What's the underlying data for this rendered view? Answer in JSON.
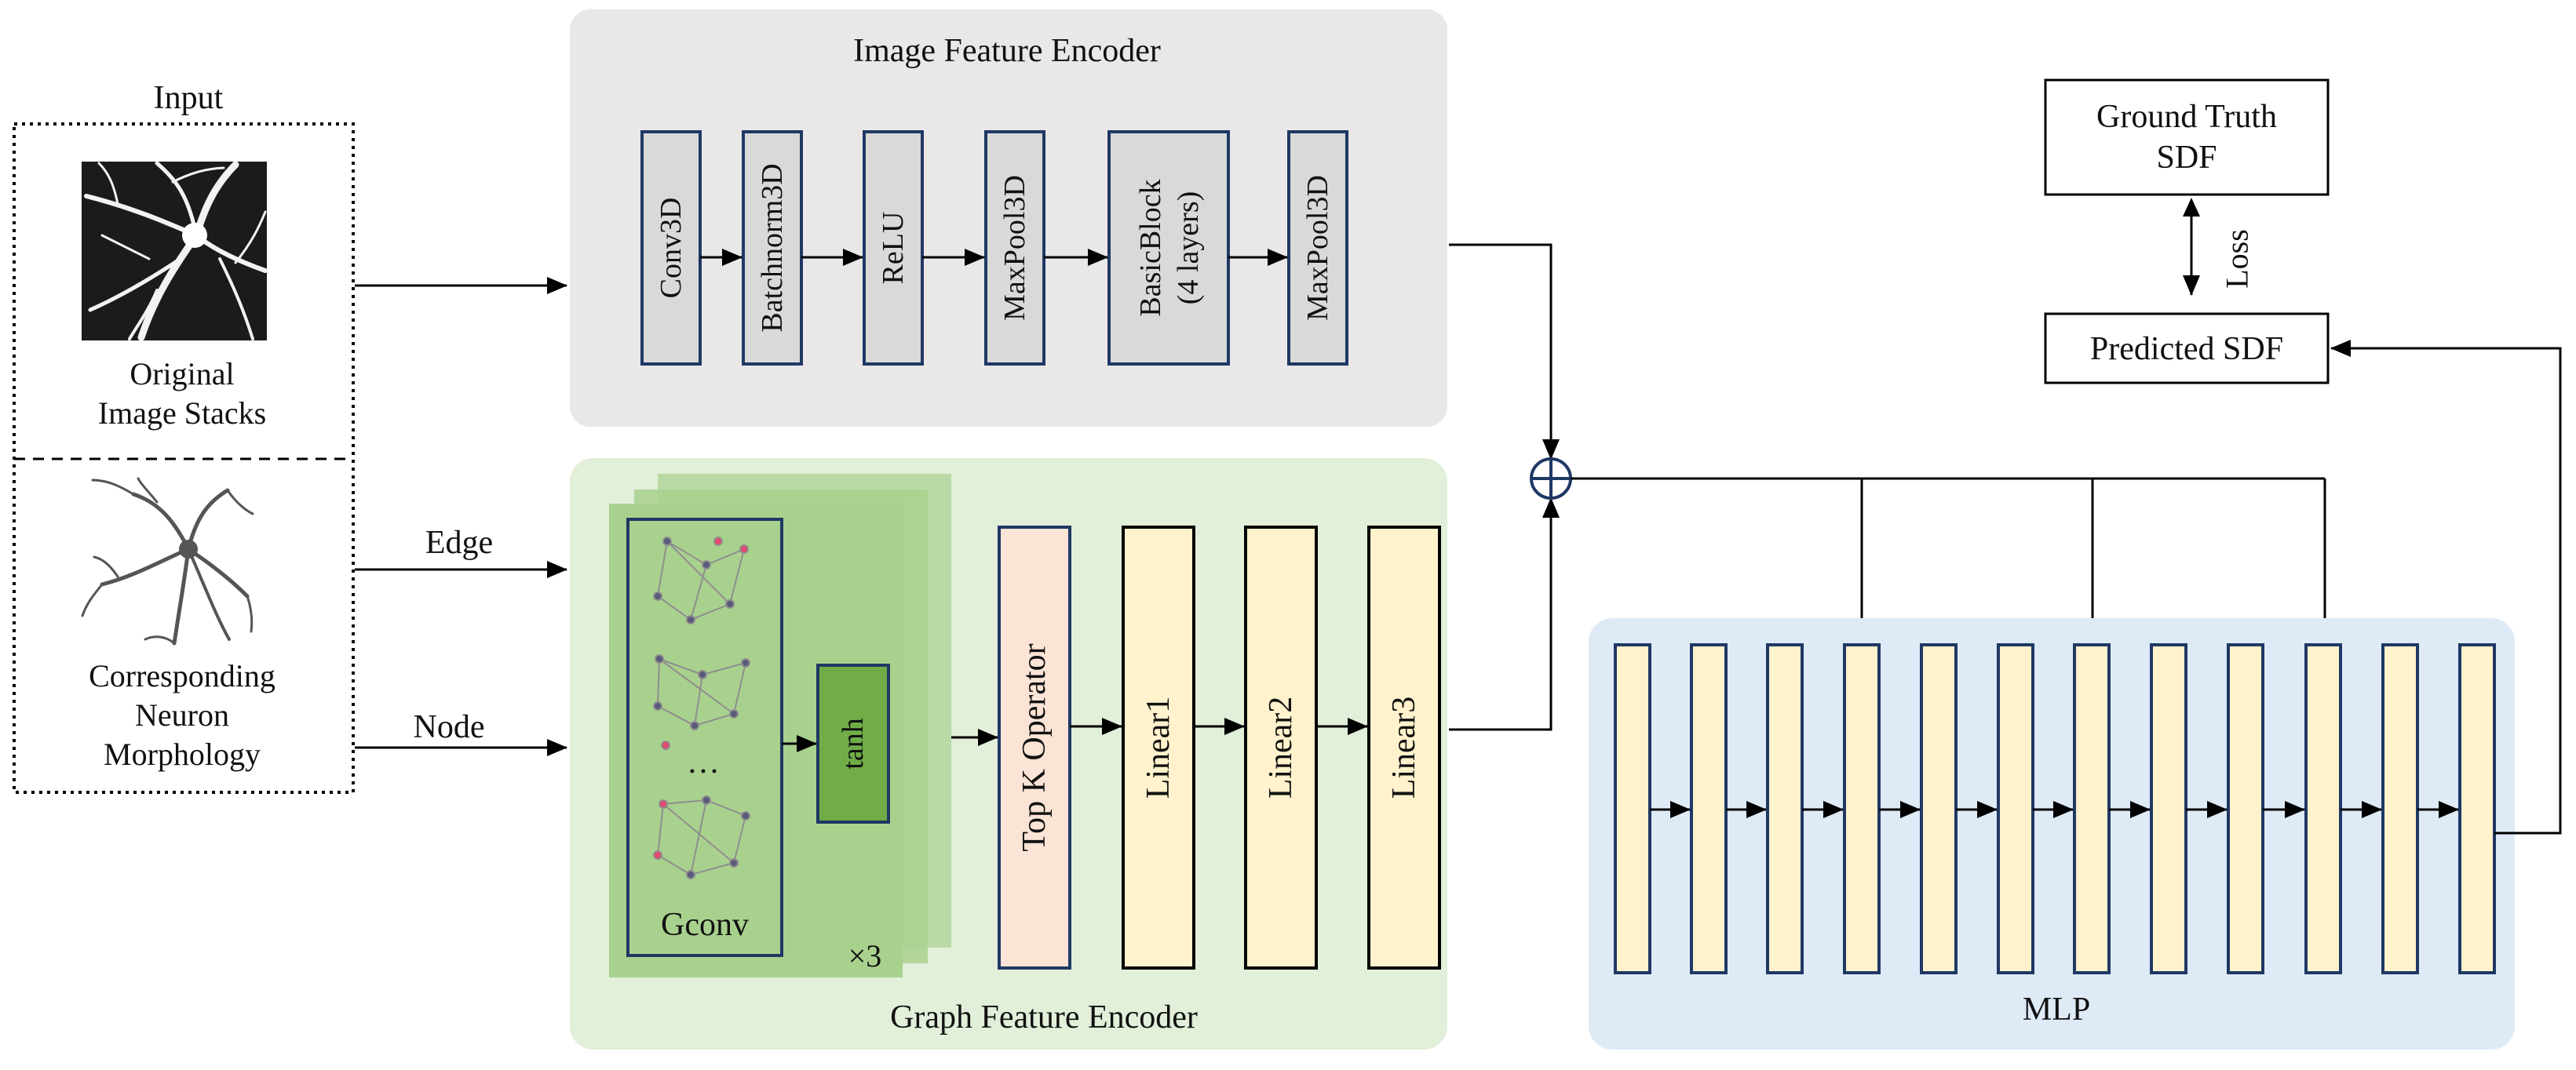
{
  "input": {
    "title": "Input",
    "original_label_1": "Original",
    "original_label_2": "Image Stacks",
    "morph_label_1": "Corresponding",
    "morph_label_2": "Neuron",
    "morph_label_3": "Morphology"
  },
  "edges": {
    "edge": "Edge",
    "node": "Node",
    "loss": "Loss"
  },
  "image_encoder": {
    "title": "Image Feature Encoder",
    "blocks": [
      "Conv3D",
      "Batchnorm3D",
      "ReLU",
      "MaxPool3D",
      "BasicBlock",
      "MaxPool3D"
    ],
    "basic_block_sub": "(4 layers)"
  },
  "graph_encoder": {
    "title": "Graph Feature Encoder",
    "gconv": "Gconv",
    "ellipsis": "…",
    "tanh": "tanh",
    "repeat": "×3",
    "blocks": [
      "Top K Operator",
      "Linear1",
      "Linear2",
      "Linear3"
    ]
  },
  "mlp": {
    "title": "MLP"
  },
  "outputs": {
    "gt_line1": "Ground Truth",
    "gt_line2": "SDF",
    "pred": "Predicted SDF"
  },
  "colors": {
    "image_panel": "#e9e7e8",
    "graph_panel": "#e2efd9",
    "mlp_panel": "#deebf7",
    "layer_grey": "#d9d9d9",
    "block_border": "#1f3864",
    "topk": "#fbe4d5",
    "linear": "#fff2cc",
    "tanh": "#70ad47",
    "gconv_stack": "#a9d18e"
  }
}
